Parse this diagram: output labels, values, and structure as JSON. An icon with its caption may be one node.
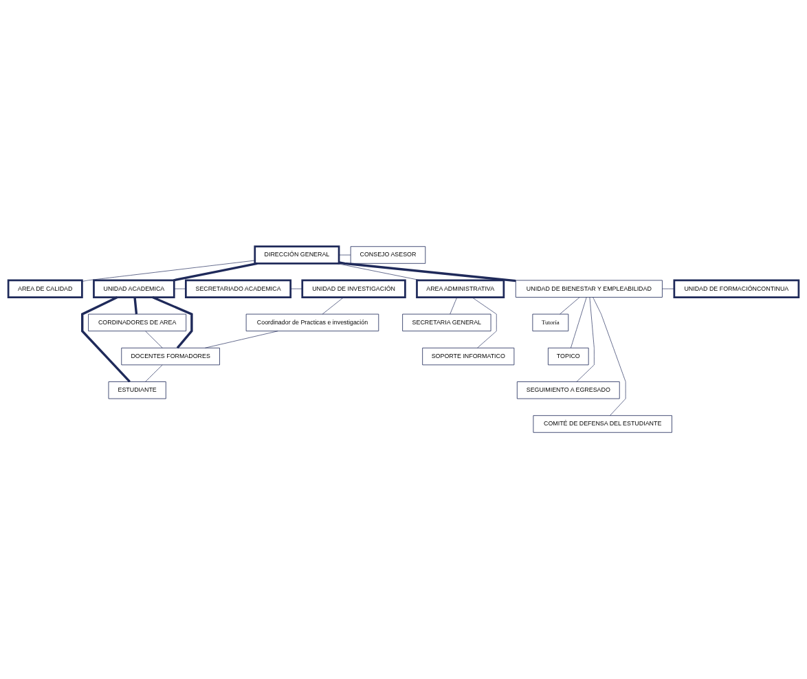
{
  "diagram": {
    "nodes": [
      {
        "text": [
          "DIRECCIÓN GENERAL"
        ]
      },
      {
        "text": [
          "CONSEJO ASESOR"
        ]
      },
      {
        "text": [
          "SECRETARIA GENERAL"
        ]
      },
      {
        "text": [
          "AREA ADMINISTRATIVA"
        ]
      },
      {
        "text": [
          "AREA DE CALIDAD"
        ]
      },
      {
        "text": [
          "SOPORTE INFORMATICO"
        ]
      },
      {
        "text": [
          "UNIDAD DE INVESTIGACIÓN"
        ]
      },
      {
        "text": [
          "SECRETARIADO ACADEMICA"
        ]
      },
      {
        "text": [
          "UNIDAD ACADEMICA"
        ]
      },
      {
        "text": [
          "UNIDAD DE BIENESTAR Y EMPLEABILIDAD"
        ]
      },
      {
        "text": [
          "UNIDAD DE FORMACIÓNCONTINUA"
        ]
      },
      {
        "text": [
          "Tutoría"
        ]
      },
      {
        "text": [
          "Coordinador de Practicas e investigación"
        ]
      },
      {
        "text": [
          "CORDINADORES DE AREA"
        ]
      },
      {
        "text": [
          "TOPICO"
        ]
      },
      {
        "text": [
          "SEGUIMIENTO A EGRESADO"
        ]
      },
      {
        "text": [
          "DOCENTES FORMADORES"
        ]
      },
      {
        "text": [
          "COMITÉ DE DEFENSA DEL ESTUDIANTE"
        ]
      },
      {
        "text": [
          "ESTUDIANTE"
        ]
      }
    ],
    "edges": [
      {
        "from": 0,
        "to": 1,
        "arrow": "none"
      },
      {
        "from": 0,
        "to": 3,
        "arrow": "none"
      },
      {
        "from": 0,
        "to": 4,
        "arrow": "none"
      },
      {
        "from": 0,
        "to": 8,
        "arrow": "none",
        "style": "thick"
      },
      {
        "from": 0,
        "to": 9,
        "arrow": "none",
        "style": "thick"
      },
      {
        "from": 3,
        "to": 2,
        "arrow": "none"
      },
      {
        "from": 3,
        "to": 5,
        "arrow": "none"
      },
      {
        "from": 8,
        "to": 7,
        "arrow": "none"
      },
      {
        "from": 7,
        "to": 6,
        "arrow": "none"
      },
      {
        "from": 6,
        "to": 12,
        "arrow": "none"
      },
      {
        "from": 12,
        "to": 16,
        "arrow": "none"
      },
      {
        "from": 13,
        "to": 16,
        "arrow": "none"
      },
      {
        "from": 16,
        "to": 18,
        "arrow": "none"
      },
      {
        "from": 8,
        "to": 13,
        "arrow": "none",
        "style": "thick"
      },
      {
        "from": 8,
        "to": 16,
        "arrow": "none",
        "style": "thick"
      },
      {
        "from": 8,
        "to": 18,
        "arrow": "none",
        "style": "thick"
      },
      {
        "from": 9,
        "to": 10,
        "arrow": "none"
      },
      {
        "from": 9,
        "to": 11,
        "arrow": "none"
      },
      {
        "from": 9,
        "to": 14,
        "arrow": "none"
      },
      {
        "from": 9,
        "to": 15,
        "arrow": "none"
      },
      {
        "from": 9,
        "to": 17,
        "arrow": "none"
      }
    ]
  }
}
